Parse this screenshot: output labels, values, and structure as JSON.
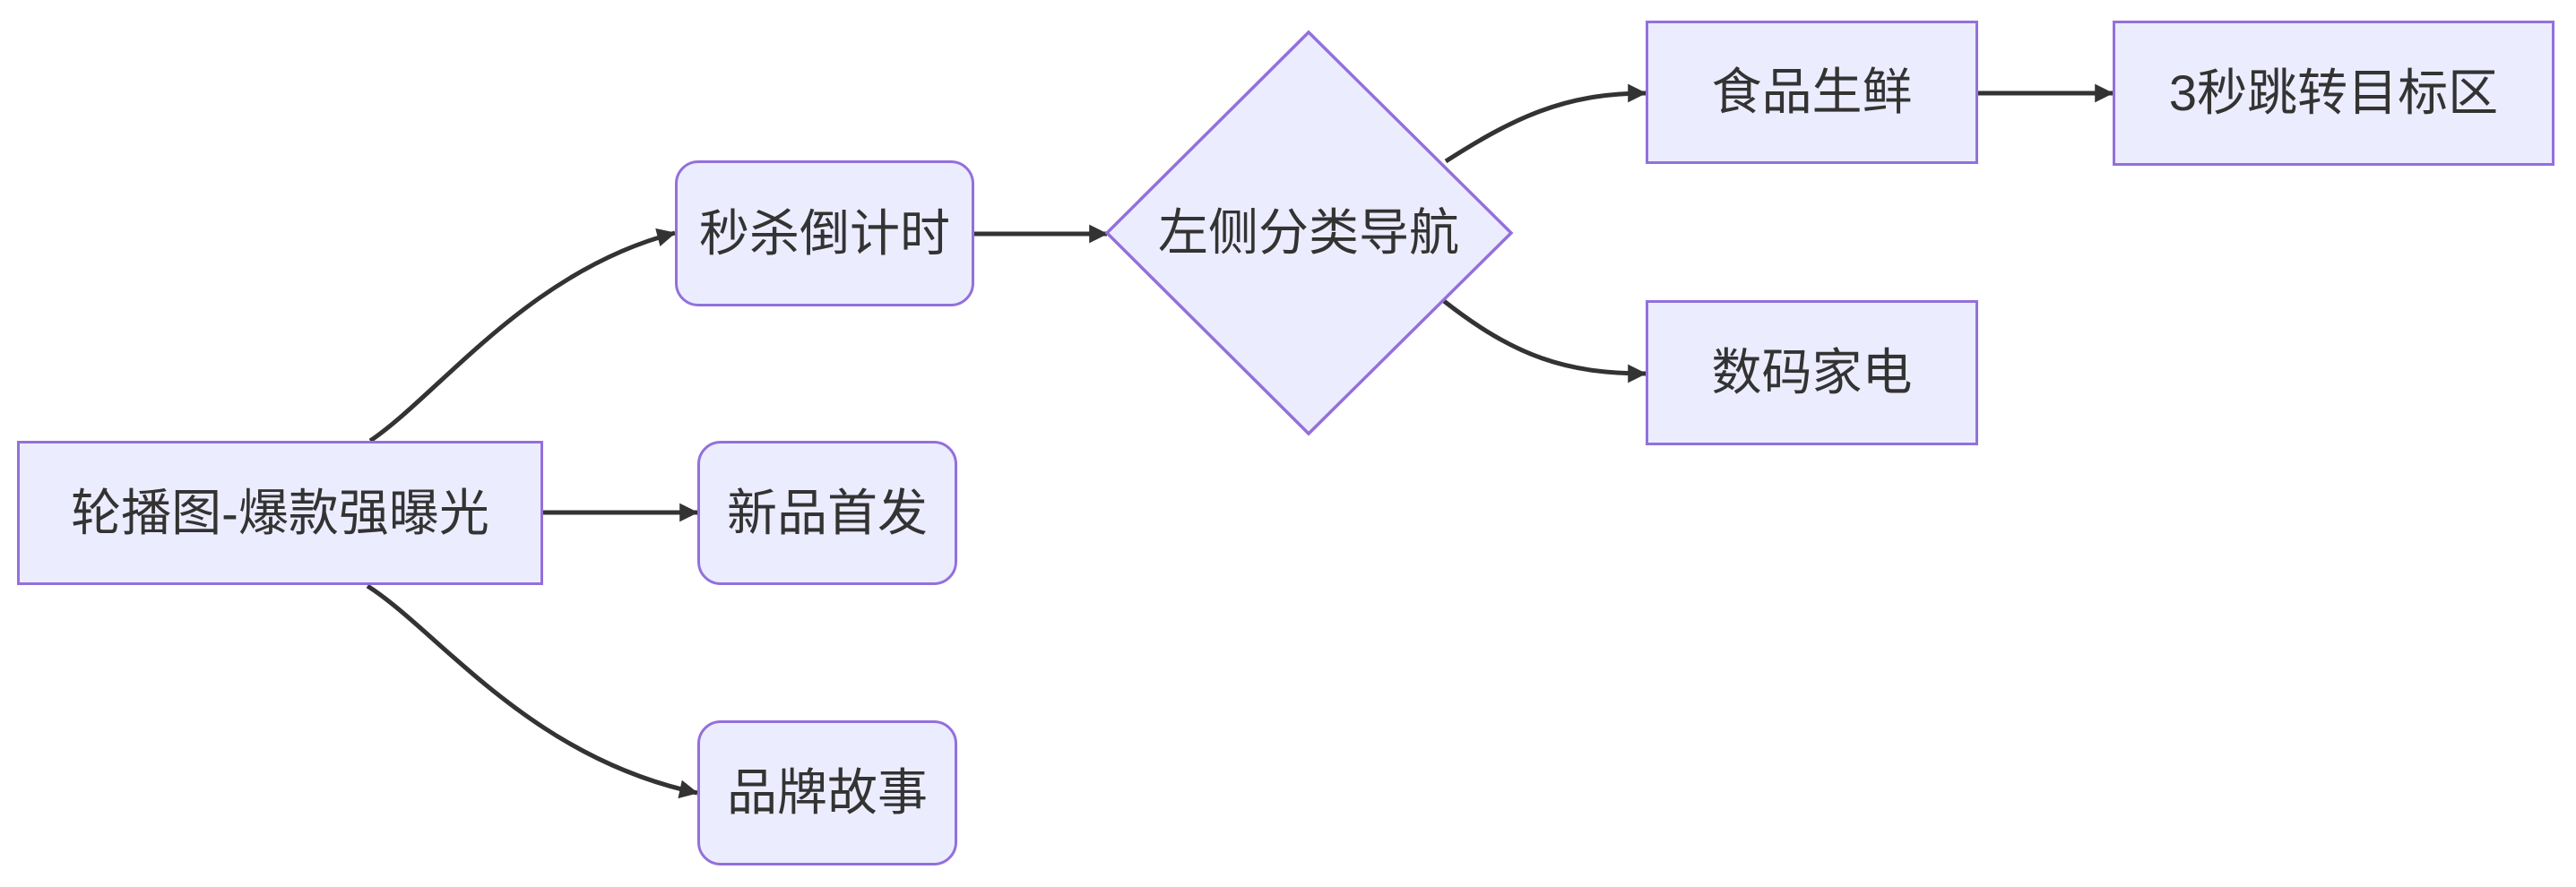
{
  "diagram": {
    "kind": "flowchart",
    "direction": "left-to-right",
    "background_color": "#ffffff",
    "node_fill_color": "#ECECFF",
    "node_border_color": "#9370DB",
    "edge_color": "#333333",
    "text_color": "#333333",
    "nodes": [
      {
        "id": "A",
        "label": "轮播图-爆款强曝光",
        "shape": "rectangle"
      },
      {
        "id": "B",
        "label": "秒杀倒计时",
        "shape": "rounded-rectangle"
      },
      {
        "id": "C",
        "label": "新品首发",
        "shape": "rounded-rectangle"
      },
      {
        "id": "D",
        "label": "品牌故事",
        "shape": "rounded-rectangle"
      },
      {
        "id": "E",
        "label": "左侧分类导航",
        "shape": "diamond"
      },
      {
        "id": "F",
        "label": "食品生鲜",
        "shape": "rectangle"
      },
      {
        "id": "G",
        "label": "数码家电",
        "shape": "rectangle"
      },
      {
        "id": "H",
        "label": "3秒跳转目标区",
        "shape": "rectangle"
      }
    ],
    "edges": [
      {
        "from": "轮播图-爆款强曝光",
        "to": "秒杀倒计时",
        "style": "arrow"
      },
      {
        "from": "轮播图-爆款强曝光",
        "to": "新品首发",
        "style": "arrow"
      },
      {
        "from": "轮播图-爆款强曝光",
        "to": "品牌故事",
        "style": "arrow"
      },
      {
        "from": "秒杀倒计时",
        "to": "左侧分类导航",
        "style": "arrow"
      },
      {
        "from": "左侧分类导航",
        "to": "食品生鲜",
        "style": "arrow"
      },
      {
        "from": "左侧分类导航",
        "to": "数码家电",
        "style": "arrow"
      },
      {
        "from": "食品生鲜",
        "to": "3秒跳转目标区",
        "style": "arrow"
      }
    ]
  }
}
